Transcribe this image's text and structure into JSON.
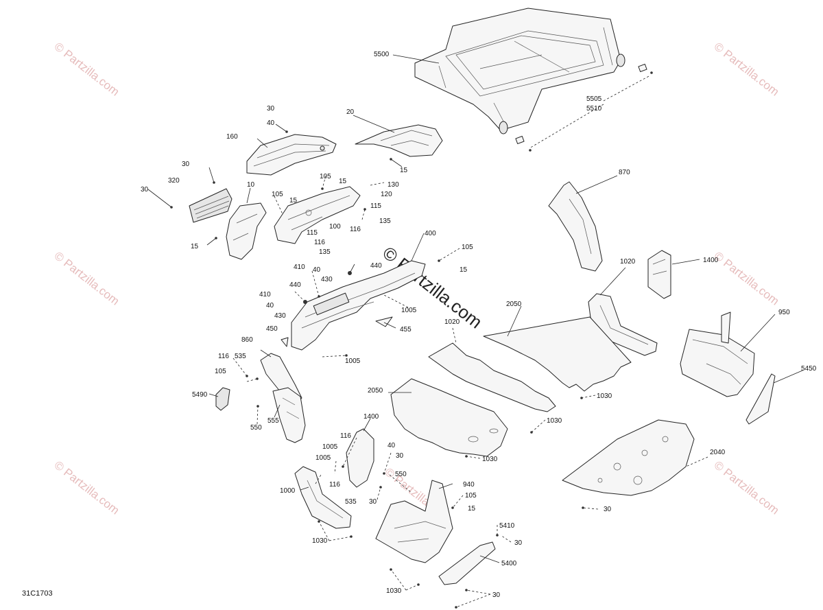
{
  "watermark": {
    "small": "© Partzilla.com",
    "big": "© Partzilla.com"
  },
  "diagram_code": "31C1703",
  "callouts": {
    "c5500": "5500",
    "c5505": "5505",
    "c5510": "5510",
    "c30_top": "30",
    "c40_top": "40",
    "c160": "160",
    "c20": "20",
    "c15_20": "15",
    "c30_320a": "30",
    "c320": "320",
    "c30_320b": "30",
    "c10": "10",
    "c15_10": "15",
    "c105_a": "105",
    "c15_a": "15",
    "c105_b": "105",
    "c15_b": "15",
    "c130": "130",
    "c120": "120",
    "c115_a": "115",
    "c135_a": "135",
    "c116_a": "116",
    "c100": "100",
    "c115_b": "115",
    "c116_b": "116",
    "c135_b": "135",
    "c400": "400",
    "c105_c": "105",
    "c15_c": "15",
    "c440_a": "440",
    "c410_a": "410",
    "c40_a": "40",
    "c430_a": "430",
    "c440_b": "440",
    "c410_b": "410",
    "c40_b": "40",
    "c430_b": "430",
    "c1005_a": "1005",
    "c450": "450",
    "c455": "455",
    "c1005_b": "1005",
    "c870": "870",
    "c1020": "1020",
    "c1400_a": "1400",
    "c950": "950",
    "c5450": "5450",
    "c2050_a": "2050",
    "c1020b": "1020",
    "c1030_a": "1030",
    "c860": "860",
    "c116_c": "116",
    "c535_a": "535",
    "c105_d": "105",
    "c5490": "5490",
    "c550_a": "550",
    "c555": "555",
    "c2050_b": "2050",
    "c1030_b": "1030",
    "c1400_b": "1400",
    "c116_d": "116",
    "c1005_c": "1005",
    "c40_c": "40",
    "c30_c": "30",
    "c1030_c": "1030",
    "c1005_d": "1005",
    "c116_e": "116",
    "c535_b": "535",
    "c1000": "1000",
    "c550_b": "550",
    "c30_d": "30",
    "c940": "940",
    "c105_e": "105",
    "c15_d": "15",
    "c2040": "2040",
    "c30_e": "30",
    "c1030_d": "1030",
    "c5410": "5410",
    "c30_f": "30",
    "c5400": "5400",
    "c1030_e": "1030",
    "c30_g": "30"
  }
}
